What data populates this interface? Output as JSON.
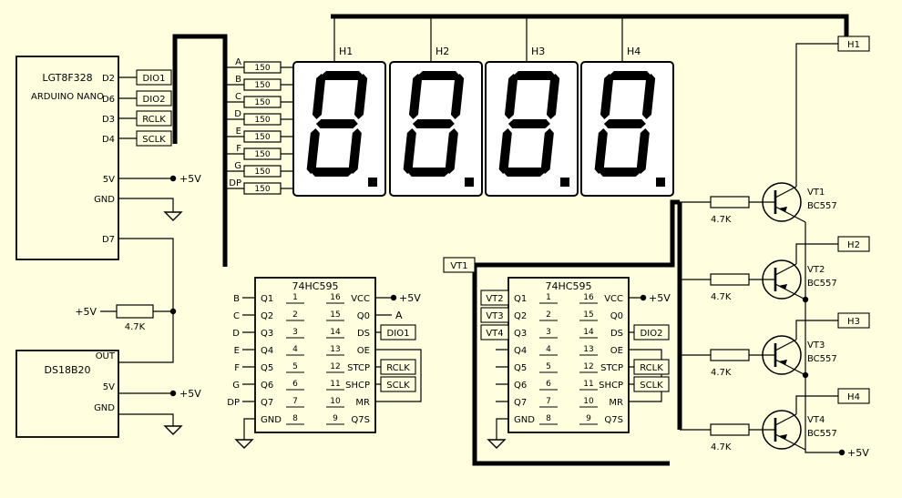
{
  "colors": {
    "background": "#FFFFE0"
  },
  "mcu": {
    "title1": "LGT8F328",
    "title2": "ARDUINO NANO",
    "pins": [
      "D2",
      "D6",
      "D3",
      "D4",
      "5V",
      "GND",
      "D7"
    ],
    "nets": [
      "DIO1",
      "DIO2",
      "RCLK",
      "SCLK"
    ],
    "supply": "+5V"
  },
  "pullup": {
    "value": "4.7K",
    "supply": "+5V"
  },
  "sensor": {
    "title": "DS18B20",
    "pins": [
      "OUT",
      "5V",
      "GND"
    ],
    "supply": "+5V"
  },
  "segments": {
    "labels": [
      "A",
      "B",
      "C",
      "D",
      "E",
      "F",
      "G",
      "DP"
    ],
    "value": "150"
  },
  "displays": {
    "labels": [
      "H1",
      "H2",
      "H3",
      "H4"
    ]
  },
  "ic1": {
    "title": "74HC595",
    "left_names": [
      "Q1",
      "Q2",
      "Q3",
      "Q4",
      "Q5",
      "Q6",
      "Q7",
      "GND"
    ],
    "left_nums": [
      "1",
      "2",
      "3",
      "4",
      "5",
      "6",
      "7",
      "8"
    ],
    "right_nums": [
      "16",
      "15",
      "14",
      "13",
      "12",
      "11",
      "10",
      "9"
    ],
    "right_names": [
      "VCC",
      "Q0",
      "DS",
      "OE",
      "STCP",
      "SHCP",
      "MR",
      "Q7S"
    ],
    "left_ext": [
      "B",
      "C",
      "D",
      "E",
      "F",
      "G",
      "DP"
    ],
    "ext_vcc": "+5V",
    "ext_q0": "A",
    "ext_ds": "DIO1",
    "ext_stcp": "RCLK",
    "ext_shcp": "SCLK"
  },
  "ic2": {
    "title": "74HC595",
    "left_names": [
      "Q1",
      "Q2",
      "Q3",
      "Q4",
      "Q5",
      "Q6",
      "Q7",
      "GND"
    ],
    "left_nums": [
      "1",
      "2",
      "3",
      "4",
      "5",
      "6",
      "7",
      "8"
    ],
    "right_nums": [
      "16",
      "15",
      "14",
      "13",
      "12",
      "11",
      "10",
      "9"
    ],
    "right_names": [
      "VCC",
      "Q0",
      "DS",
      "OE",
      "STCP",
      "SHCP",
      "MR",
      "Q7S"
    ],
    "left_ext": [
      "VT2",
      "VT3",
      "VT4"
    ],
    "top_label": "VT1",
    "ext_vcc": "+5V",
    "ext_ds": "DIO2",
    "ext_stcp": "RCLK",
    "ext_shcp": "SCLK"
  },
  "transistors": {
    "items": [
      {
        "name": "VT1",
        "part": "BC557",
        "res": "4.7K",
        "net": "H1"
      },
      {
        "name": "VT2",
        "part": "BC557",
        "res": "4.7K",
        "net": "H2"
      },
      {
        "name": "VT3",
        "part": "BC557",
        "res": "4.7K",
        "net": "H3"
      },
      {
        "name": "VT4",
        "part": "BC557",
        "res": "4.7K",
        "net": "H4"
      }
    ],
    "supply": "+5V"
  }
}
